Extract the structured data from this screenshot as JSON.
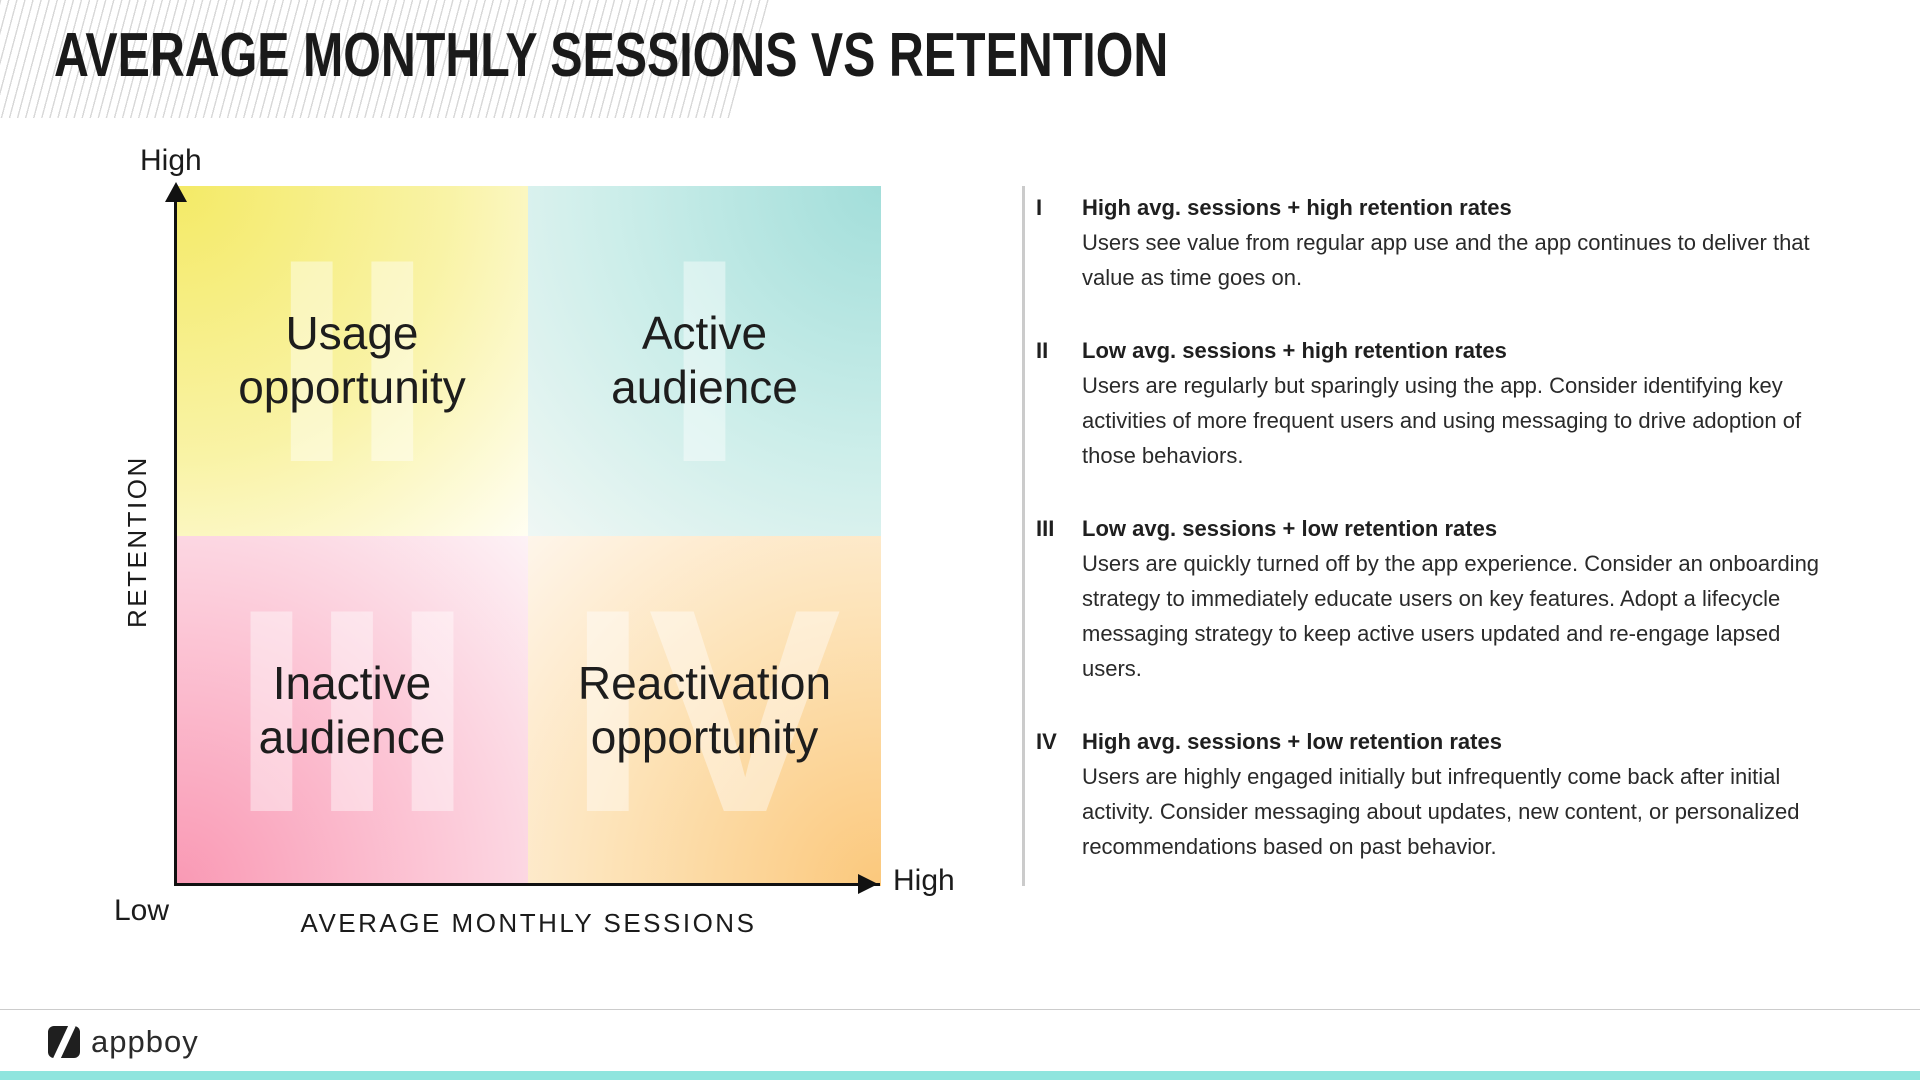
{
  "slide": {
    "title": "AVERAGE MONTHLY SESSIONS VS RETENTION"
  },
  "chart": {
    "type": "quadrant",
    "y_axis": {
      "label": "RETENTION",
      "high": "High",
      "low": "Low"
    },
    "x_axis": {
      "label": "AVERAGE MONTHLY SESSIONS",
      "high": "High"
    },
    "quadrants": [
      {
        "numeral": "II",
        "label": "Usage opportunity",
        "position": "top-left",
        "color": "#F4EA66"
      },
      {
        "numeral": "I",
        "label": "Active audience",
        "position": "top-right",
        "color": "#A2DEDA"
      },
      {
        "numeral": "III",
        "label": "Inactive audience",
        "position": "bottom-left",
        "color": "#F999B4"
      },
      {
        "numeral": "IV",
        "label": "Reactivation opportunity",
        "position": "bottom-right",
        "color": "#FBC87C"
      }
    ]
  },
  "legend": {
    "items": [
      {
        "numeral": "I",
        "heading": "High avg. sessions + high retention rates",
        "body": "Users see value from regular app use and the app continues to deliver that value as time goes on."
      },
      {
        "numeral": "II",
        "heading": "Low avg. sessions + high retention rates",
        "body": "Users are regularly but sparingly using the app. Consider identifying key activities of more frequent users and using messaging to drive adoption of those behaviors."
      },
      {
        "numeral": "III",
        "heading": "Low avg. sessions + low retention rates",
        "body": "Users are quickly turned off by the app experience. Consider an onboarding strategy to immediately educate users on key features. Adopt a lifecycle messaging strategy to keep active users updated and re-engage lapsed users."
      },
      {
        "numeral": "IV",
        "heading": "High avg. sessions + low retention rates",
        "body": "Users are highly engaged initially but infrequently come back after initial activity. Consider messaging about updates, new content, or personalized recommendations based on past behavior."
      }
    ]
  },
  "footer": {
    "brand": "appboy",
    "accent_color": "#8FE5DE"
  }
}
